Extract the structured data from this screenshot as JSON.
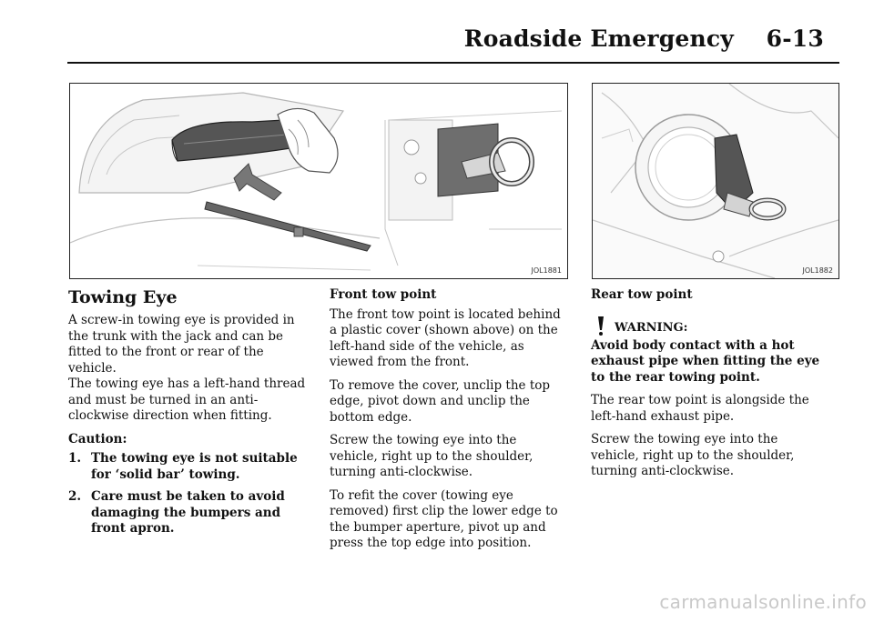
{
  "header": {
    "title": "Roadside Emergency    6-13"
  },
  "figures": {
    "front": {
      "code": "JOL1881"
    },
    "rear": {
      "code": "JOL1882"
    }
  },
  "col1": {
    "heading": "Towing Eye",
    "para1": "A screw-in towing eye is provided in the trunk with the jack and can be fitted to the front or rear of the vehicle.",
    "para2": "The towing eye has a left-hand thread and must be turned in an anti-clockwise direction when fitting.",
    "caution_label": "Caution:",
    "caution_items": [
      {
        "num": "1.",
        "text": "The towing eye is not suitable for ‘solid bar’ towing."
      },
      {
        "num": "2.",
        "text": "Care must be taken to avoid damaging the bumpers and front apron."
      }
    ]
  },
  "col2": {
    "heading": "Front tow point",
    "paragraphs": [
      "The front tow point is located behind a plastic cover (shown above) on the left-hand side of the vehicle, as viewed from the front.",
      "To remove the cover, unclip the top edge, pivot down and unclip the bottom edge.",
      "Screw the towing eye into the vehicle, right up to the shoulder, turning anti-clockwise.",
      "To refit the cover (towing eye removed) first clip the lower edge to the bumper aperture, pivot up and press the top edge into position."
    ]
  },
  "col3": {
    "heading": "Rear tow point",
    "warning_label": "WARNING:",
    "warning_text": "Avoid body contact with a hot exhaust pipe when fitting the eye to the rear towing point.",
    "paragraphs": [
      "The rear tow point is alongside the left-hand exhaust pipe.",
      "Screw the towing eye into the vehicle, right up to the shoulder, turning anti-clockwise."
    ]
  },
  "watermark": "carmanualsonline.info"
}
